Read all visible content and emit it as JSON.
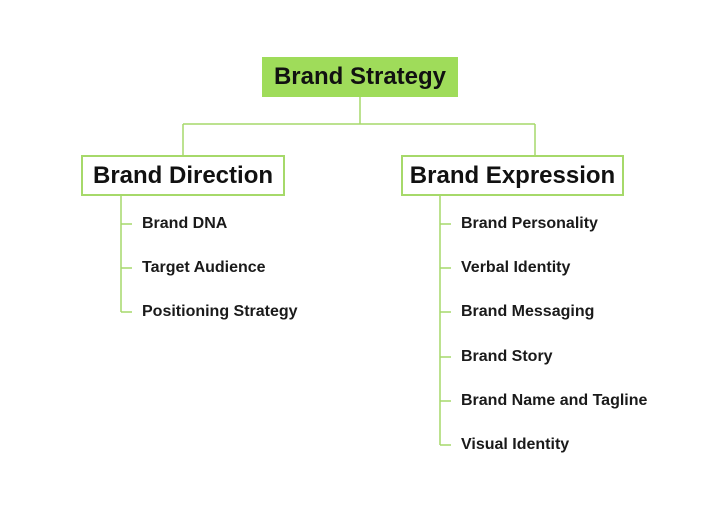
{
  "diagram": {
    "root": {
      "label": "Brand Strategy"
    },
    "branches": [
      {
        "label": "Brand Direction",
        "items": [
          "Brand DNA",
          "Target Audience",
          "Positioning Strategy"
        ]
      },
      {
        "label": "Brand Expression",
        "items": [
          "Brand Personality",
          "Verbal Identity",
          "Brand Messaging",
          "Brand Story",
          "Brand Name and Tagline",
          "Visual Identity"
        ]
      }
    ]
  },
  "colors": {
    "accent_fill": "#9fdc5a",
    "accent_line": "#a6d96a",
    "text": "#111111",
    "background": "#ffffff"
  }
}
